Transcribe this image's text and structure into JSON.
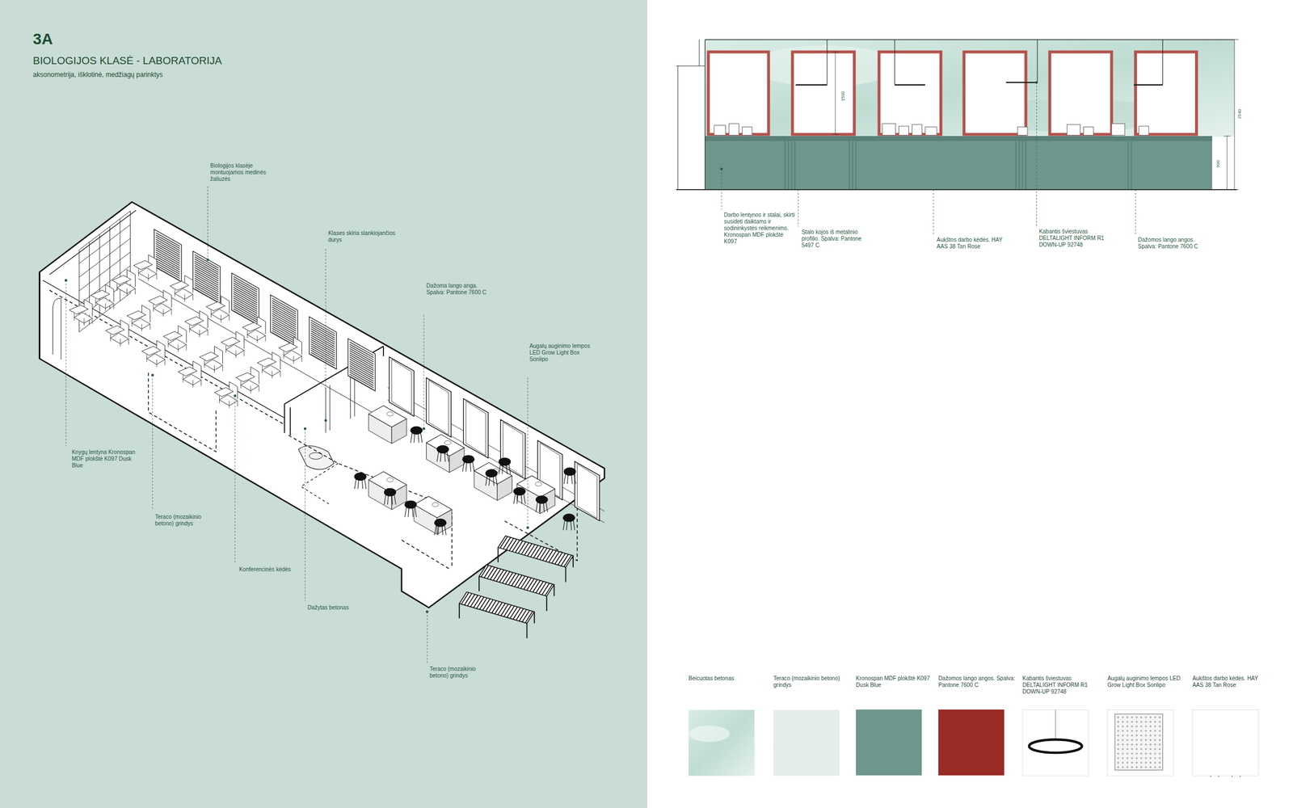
{
  "diagram": {
    "title": "BIOLOGIJOS KLASĖ - LABORATORIJA",
    "caption": "aksonometrija, išklotinė, medžiagų parinktys",
    "labels": [
      "3A",
      "Biologijos klasėje montuojamos medinės žaliuzės",
      "Klases skiria slankiojančios durys",
      "Dažoma lango anga. Spalva: Pantone 7600 C",
      "Augalų auginimo lempos LED Grow Light Box Sonlipo",
      "Knygų lentyna Kronospan MDF plokštė K097 Dusk Blue",
      "Teraco (mozaikinio betono) grindys",
      "Konferencinės kėdės",
      "Dažytas betonas",
      "Teraco (mozaikinio betono) grindys",
      "1500",
      "2540",
      "900",
      "Darbo lentynos ir stalai, skirti susidėti daiktams ir sodininkystės reikmenims. Kronospan MDF plokštė K097",
      "Stalo kojos iš metalinio profilio. Spalva: Pantone 5497 C",
      "Aukštos darbo kėdės. HAY AAS 38 Tan Rose",
      "Kabantis šviestuvas DELTALIGHT INFORM R1 DOWN-UP 92748",
      "Dažomos lango angos. Spalva: Pantone 7600 C"
    ],
    "legend": [
      {
        "text": "Beicuotas betonas"
      },
      {
        "text": "Teraco (mozaikinio betono) grindys"
      },
      {
        "text": "Kronospan MDF plokštė K097 Dusk Blue",
        "color": "#6f968d"
      },
      {
        "text": "Dažomos lango angos. Spalva: Pantone 7600 C",
        "color": "#9b2b25"
      },
      {
        "text": "Kabantis šviestuvas DELTALIGHT INFORM R1 DOWN-UP 92748"
      },
      {
        "text": "Augalų auginimo lempos LED Grow Light Box Sonlipo"
      },
      {
        "text": "Aukštos darbo kėdės. HAY AAS 38 Tan Rose"
      }
    ]
  }
}
